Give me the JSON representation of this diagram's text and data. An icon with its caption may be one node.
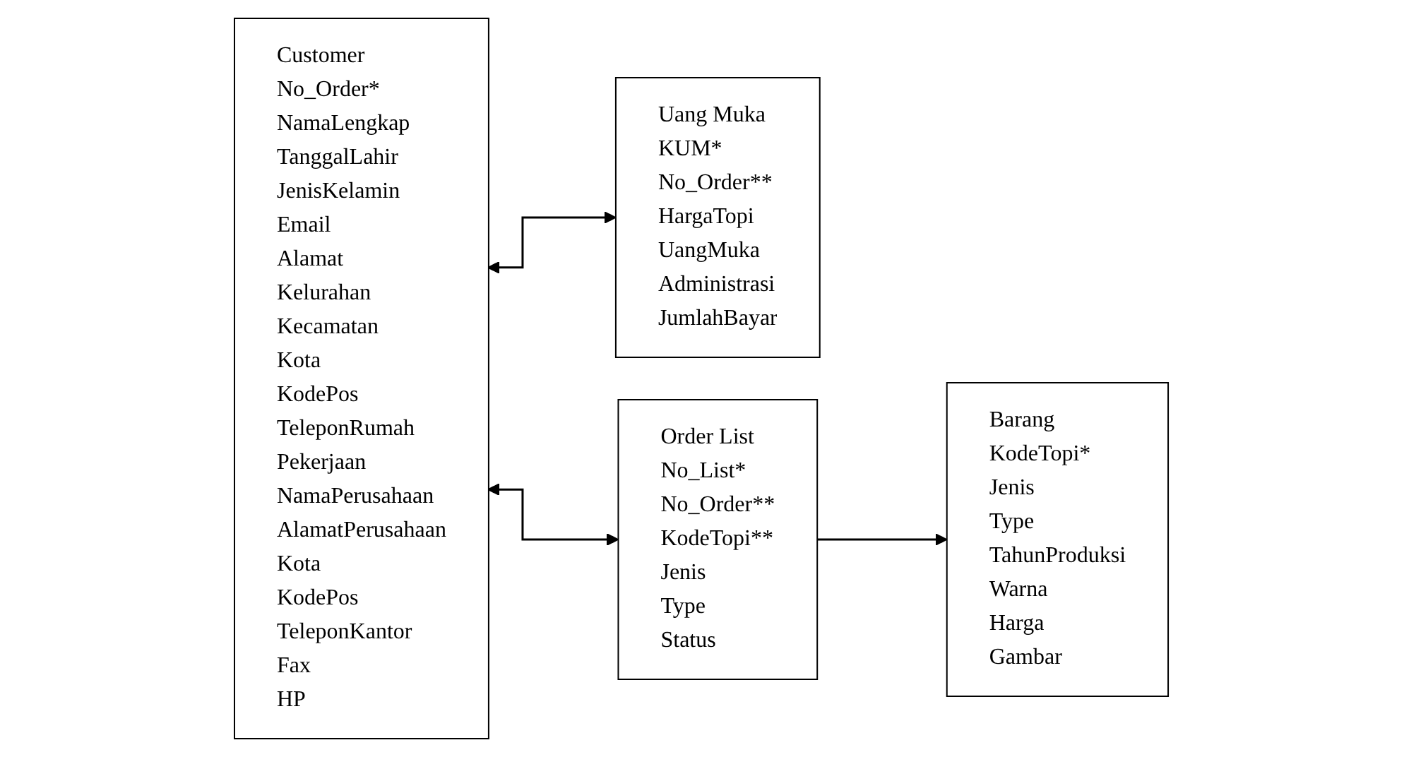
{
  "diagram": {
    "nodes": [
      {
        "text": [
          "Customer",
          "No_Order*",
          "NamaLengkap",
          "TanggalLahir",
          "JenisKelamin",
          "Email",
          "Alamat",
          "Kelurahan",
          "Kecamatan",
          "Kota",
          "KodePos",
          "TeleponRumah",
          "Pekerjaan",
          "NamaPerusahaan",
          "AlamatPerusahaan",
          "Kota",
          "KodePos",
          "TeleponKantor",
          "Fax",
          "HP"
        ]
      },
      {
        "text": [
          "Uang Muka",
          "KUM*",
          "No_Order**",
          "HargaTopi",
          "UangMuka",
          "Administrasi",
          "JumlahBayar"
        ]
      },
      {
        "text": [
          "Order List",
          "No_List*",
          "No_Order**",
          "KodeTopi**",
          "Jenis",
          "Type",
          "Status"
        ]
      },
      {
        "text": [
          "Barang",
          "KodeTopi*",
          "Jenis",
          "Type",
          "TahunProduksi",
          "Warna",
          "Harga",
          "Gambar"
        ]
      }
    ],
    "edges": [
      {
        "from": 0,
        "to": 1,
        "arrow": "both"
      },
      {
        "from": 0,
        "to": 2,
        "arrow": "both"
      },
      {
        "from": 2,
        "to": 3,
        "arrow": "to"
      }
    ]
  }
}
